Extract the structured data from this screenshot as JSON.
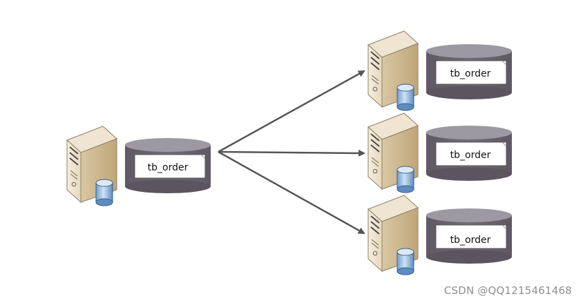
{
  "diagram": {
    "source_node": {
      "table_label": "tb_order"
    },
    "target_nodes": [
      {
        "table_label": "tb_order"
      },
      {
        "table_label": "tb_order"
      },
      {
        "table_label": "tb_order"
      }
    ]
  },
  "watermark": {
    "text": "CSDN @QQ1215461468"
  },
  "colors": {
    "server_body": "#e8dcc5",
    "server_shadow": "#c8b28c",
    "cylinder_body": "#6c6671",
    "cylinder_top": "#9a969e",
    "arrow": "#555555",
    "label_box": "#ffffff"
  }
}
